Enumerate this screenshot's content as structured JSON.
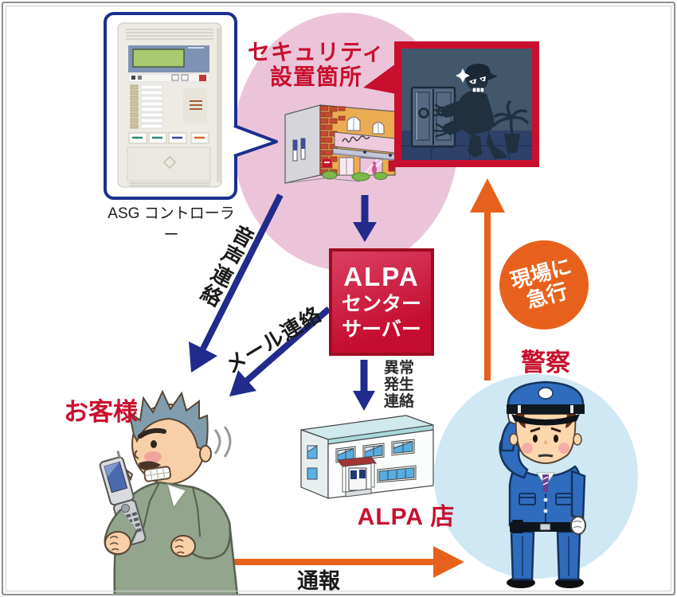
{
  "diagram": {
    "asg": {
      "label": "ASG コントローラー"
    },
    "security_site": {
      "title_line1": "セキュリティ",
      "title_line2": "設置箇所"
    },
    "server": {
      "line1": "ALPA",
      "line2": "センター",
      "line3": "サーバー"
    },
    "voice_contact": "音声連絡",
    "mail_contact": "メール連絡",
    "abnormal": [
      "異常",
      "発生",
      "連絡"
    ],
    "customer": {
      "label": "お客様"
    },
    "store": {
      "label": "ALPA 店"
    },
    "police": {
      "label": "警察"
    },
    "rush": {
      "line1": "現場に",
      "line2": "急行"
    },
    "report": "通報"
  },
  "colors": {
    "accent_red": "#c8102e",
    "server_red_dark": "#9e0b20",
    "navy": "#212b8c",
    "orange": "#e8611c",
    "pink_circle": "#ebc4da",
    "light_blue_circle": "#cfe8f4",
    "text_dark": "#1a1a1a"
  }
}
